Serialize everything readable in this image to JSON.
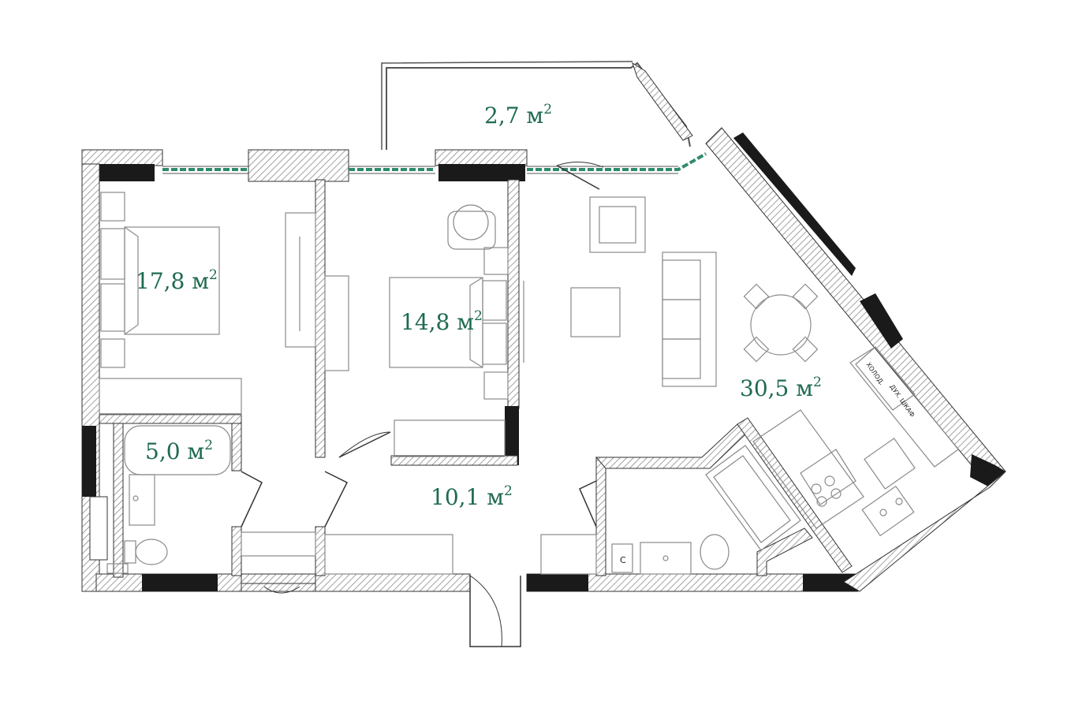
{
  "colors": {
    "wall": "#1a1a1a",
    "hatch": "#8a8a8a",
    "window_glass": "#2e8b6a",
    "label": "#1f6b4f",
    "furniture": "#8a8a8a"
  },
  "rooms": [
    {
      "id": "balcony",
      "area": "2,7 м",
      "sup": "2"
    },
    {
      "id": "bedroom-1",
      "area": "17,8 м",
      "sup": "2"
    },
    {
      "id": "bedroom-2",
      "area": "14,8 м",
      "sup": "2"
    },
    {
      "id": "living-kitchen",
      "area": "30,5 м",
      "sup": "2"
    },
    {
      "id": "bathroom-1",
      "area": "5,0 м",
      "sup": "2"
    },
    {
      "id": "hallway",
      "area": "10,1 м",
      "sup": "2"
    }
  ],
  "appliance_labels": {
    "fridge": "ХОЛОД.",
    "oven": "ДУХ. ШКАФ",
    "washer": "С"
  }
}
